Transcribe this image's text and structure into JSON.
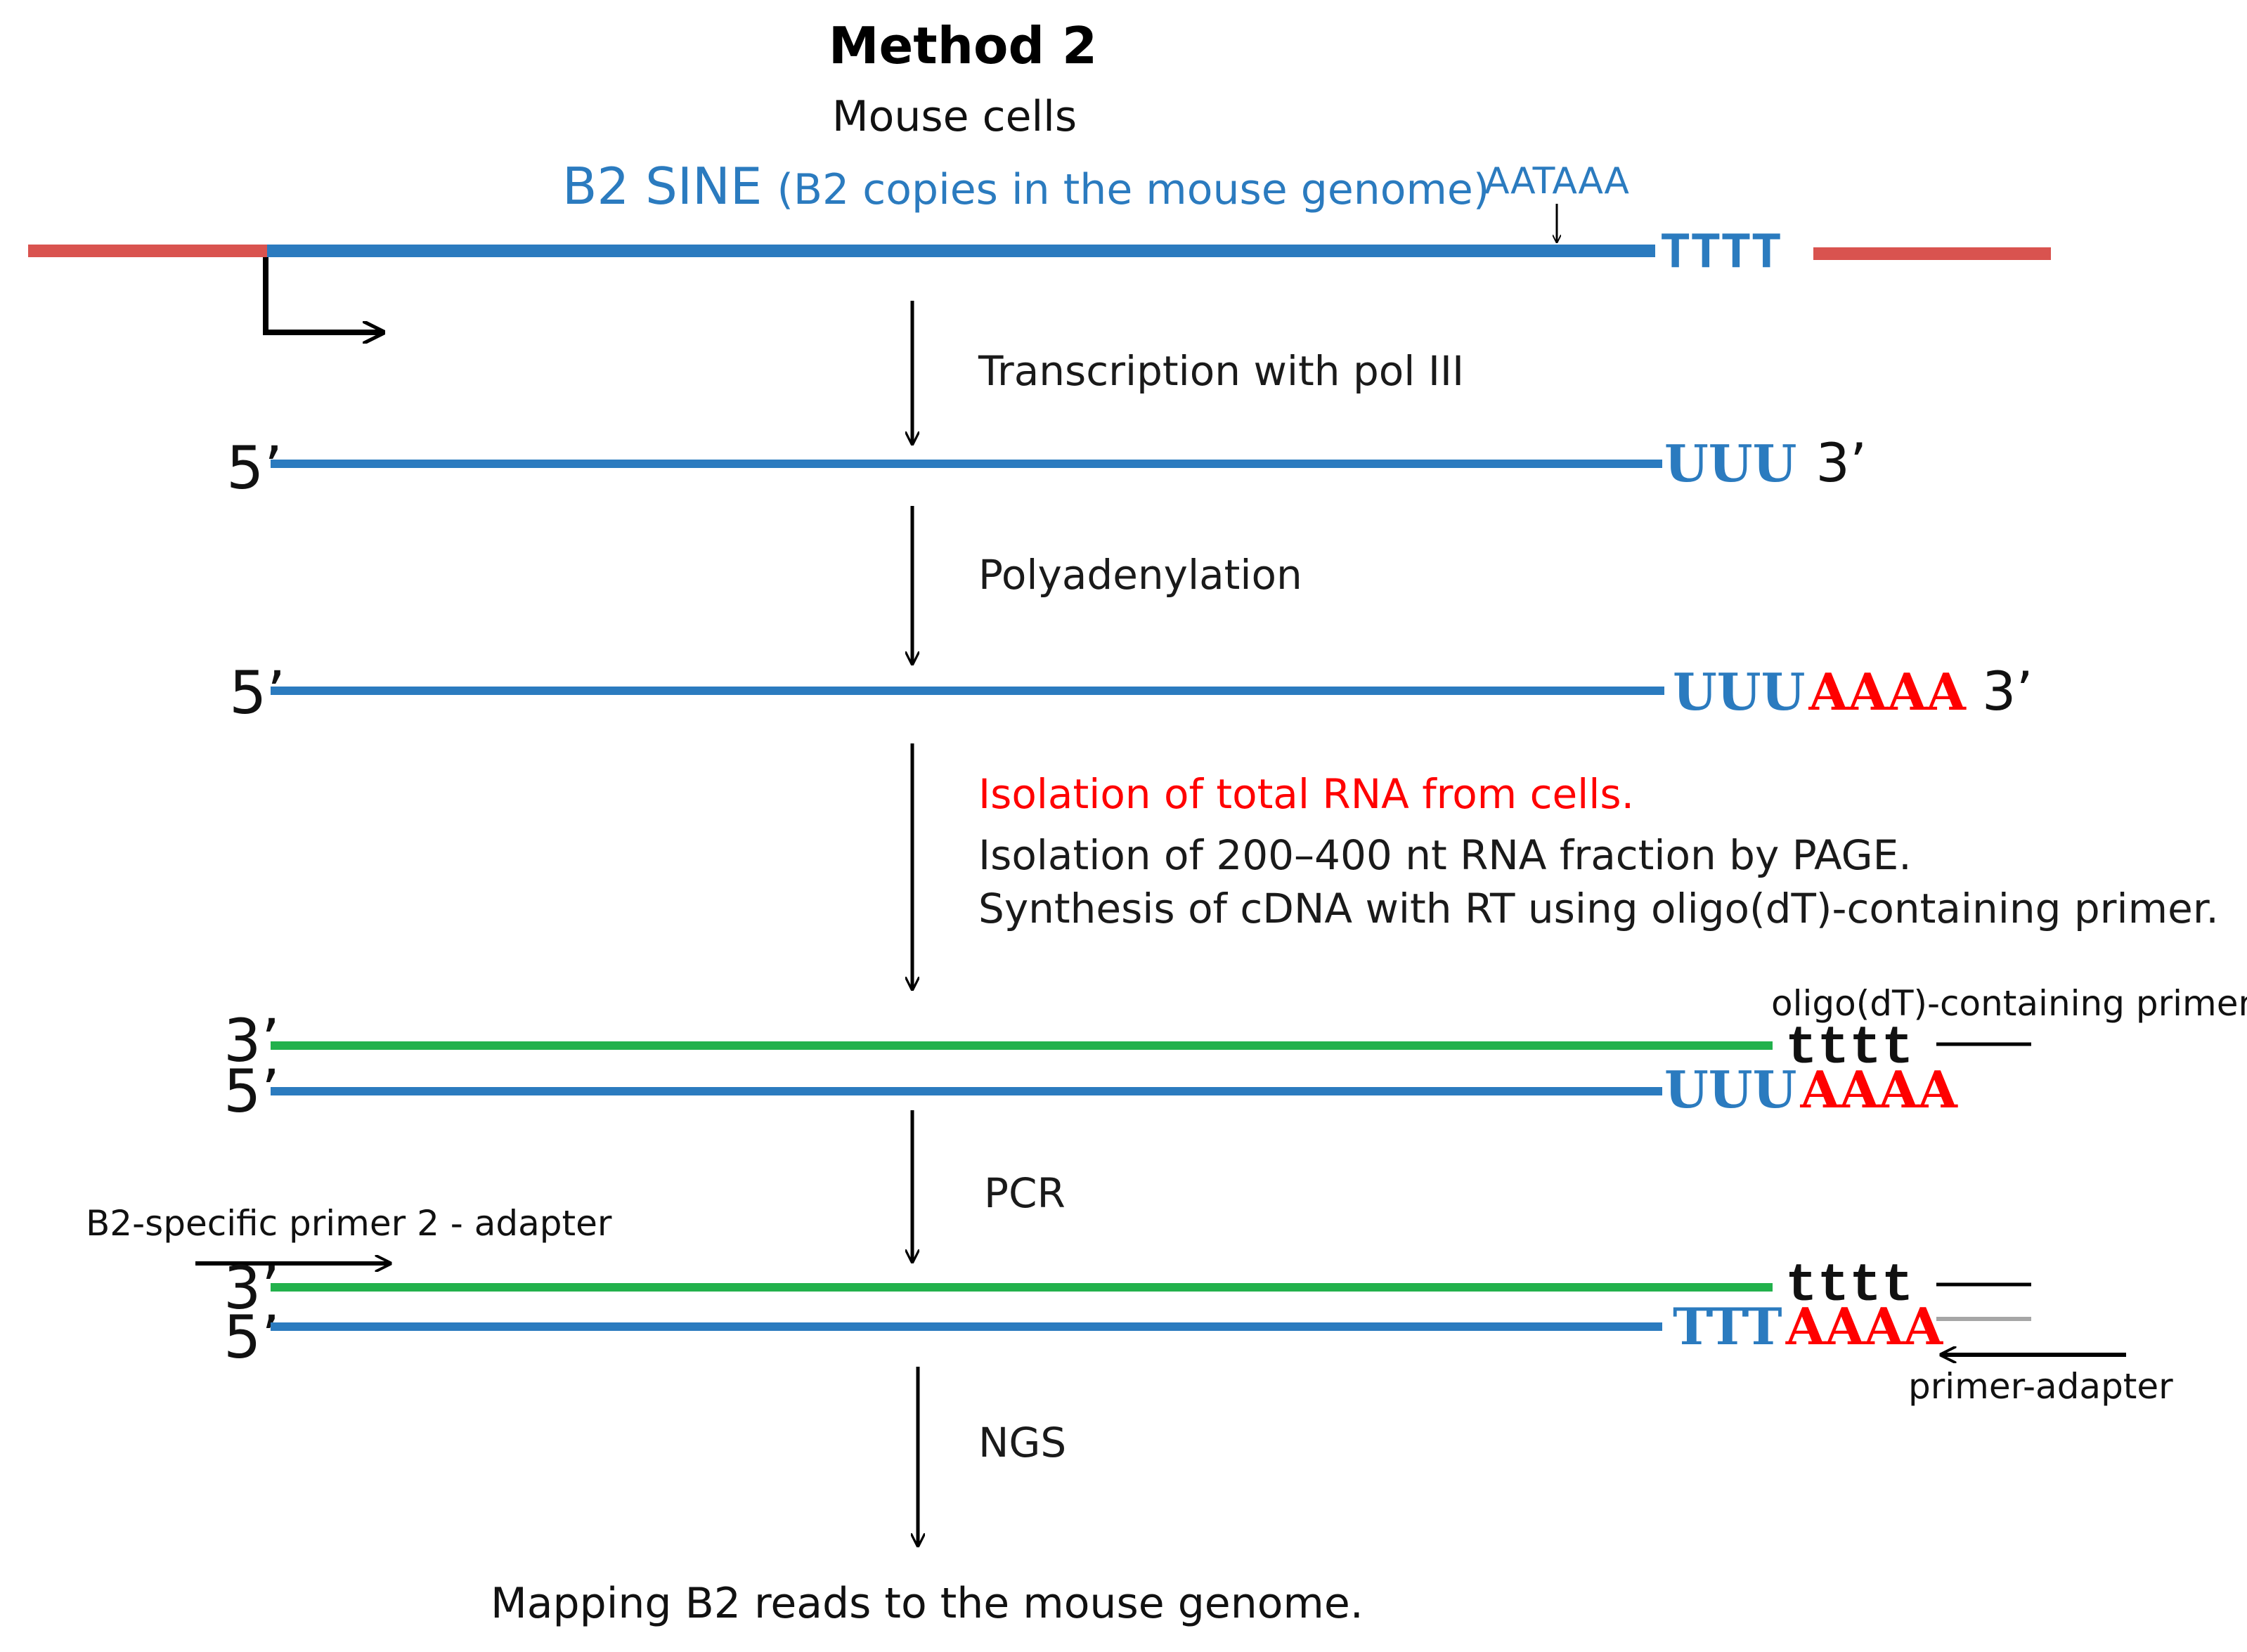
{
  "header": {
    "title": "Method 2",
    "subtitle": "Mouse cells",
    "sine_label": "B2 SINE",
    "sine_note": "(B2 copies in the mouse genome)",
    "signal": "AATAAA"
  },
  "colors": {
    "genome": "#d9534f",
    "rna": "#2b7bbf",
    "cdna": "#22b14c",
    "polyA": "#ff0000",
    "arrow": "#000000",
    "adapter_tail": "#a6a6a6",
    "isolation_text": "#ff0000"
  },
  "row1": {
    "tail": "TTTT"
  },
  "steps": {
    "transcription": "Transcription with pol III",
    "polyadenylation": "Polyadenylation",
    "isolation_total": "Isolation of total RNA from cells.",
    "isolation_fraction": "Isolation of 200–400 nt RNA fraction by PAGE.",
    "synthesis": "Synthesis of cDNA with RT using oligo(dT)-containing primer.",
    "pcr": "PCR",
    "ngs": "NGS"
  },
  "row2": {
    "five": "5’",
    "tail": "UUU",
    "three": "3’"
  },
  "row3": {
    "five": "5’",
    "tail_u": "UUU",
    "tail_a": "AAAA",
    "three": "3’"
  },
  "row4": {
    "primer_label": "oligo(dT)-containing primer",
    "three": "3’",
    "oligo": "tttt",
    "five": "5’",
    "tail_u": "UUU",
    "tail_a": "AAAA"
  },
  "row5": {
    "b2_primer_label": "B2-specific  primer  2 - adapter",
    "three": "3’",
    "oligo": "tttt",
    "five": "5’",
    "tail_t": "TTT",
    "tail_a": "AAAA",
    "adapter_label": "primer-adapter"
  },
  "conclusion": "Mapping B2 reads to the mouse genome."
}
